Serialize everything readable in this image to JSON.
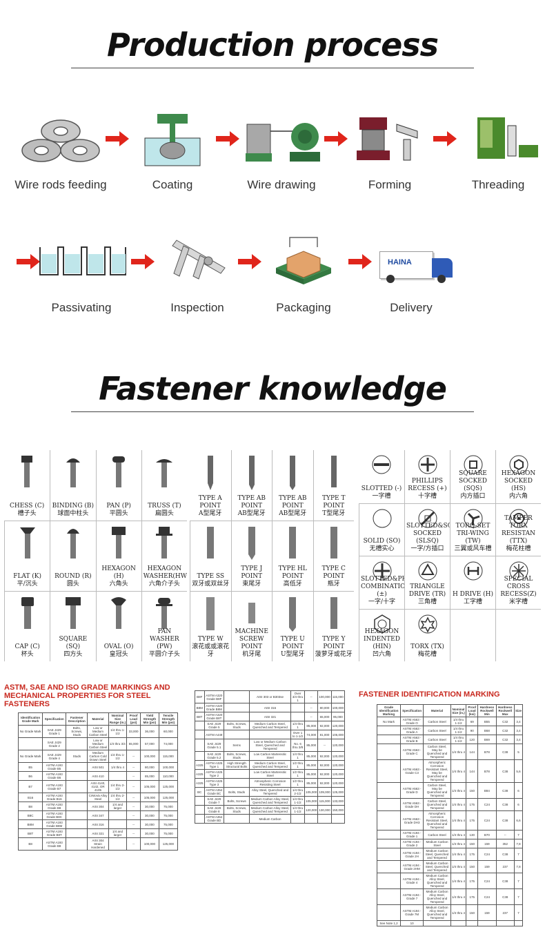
{
  "production": {
    "title": "Production process",
    "steps_row1": [
      {
        "label": "Wire rods feeding",
        "icon": "wire-coil-icon"
      },
      {
        "label": "Coating",
        "icon": "coating-tank-icon"
      },
      {
        "label": "Wire drawing",
        "icon": "wire-drawing-machine-icon"
      },
      {
        "label": "Forming",
        "icon": "forming-press-icon"
      },
      {
        "label": "Threading",
        "icon": "threading-machine-icon"
      }
    ],
    "steps_row2": [
      {
        "label": "Passivating",
        "icon": "passivating-bath-icon"
      },
      {
        "label": "Inspection",
        "icon": "caliper-icon"
      },
      {
        "label": "Packaging",
        "icon": "pallet-box-icon"
      },
      {
        "label": "Delivery",
        "icon": "truck-icon"
      }
    ],
    "truck_brand": "HAINA",
    "arrow_color": "#e0251b"
  },
  "knowledge": {
    "title": "Fastener knowledge",
    "heads": [
      {
        "en": "CHESS (C)",
        "zh": "槽子头"
      },
      {
        "en": "BINDING (B)",
        "zh": "球面中柱头"
      },
      {
        "en": "PAN (P)",
        "zh": "平圆头"
      },
      {
        "en": "TRUSS (T)",
        "zh": "扁圆头"
      },
      {
        "en": "FLAT (K)",
        "zh": "平/沉头"
      },
      {
        "en": "ROUND (R)",
        "zh": "圆头"
      },
      {
        "en": "HEXAGON (H)",
        "zh": "六角头"
      },
      {
        "en": "HEXAGON WASHER(HW)",
        "zh": "六角介子头"
      },
      {
        "en": "CAP (C)",
        "zh": "杯头"
      },
      {
        "en": "SQUARE (SQ)",
        "zh": "四方头"
      },
      {
        "en": "OVAL (O)",
        "zh": "皇冠头"
      },
      {
        "en": "PAN WASHER (PW)",
        "zh": "平圆介子头"
      }
    ],
    "points": [
      {
        "en": "TYPE A POINT",
        "zh": "A型尾牙"
      },
      {
        "en": "TYPE AB POINT",
        "zh": "AB型尾牙"
      },
      {
        "en": "TYPE AB POINT",
        "zh": "AB型尾牙"
      },
      {
        "en": "TYPE T POINT",
        "zh": "T型尾牙"
      },
      {
        "en": "TYPE SS",
        "zh": "双牙或双丝牙"
      },
      {
        "en": "TYPE J POINT",
        "zh": "束尾牙"
      },
      {
        "en": "TYPE HL POINT",
        "zh": "高低牙"
      },
      {
        "en": "TYPE C POINT",
        "zh": "瓶牙"
      },
      {
        "en": "TYPE W",
        "zh": "滚花或或滚花牙"
      },
      {
        "en": "MACHINE SCREW POINT",
        "zh": "机牙尾"
      },
      {
        "en": "TYPE U POINT",
        "zh": "U型尾牙"
      },
      {
        "en": "TYPE Y POINT",
        "zh": "菠萝牙或花牙"
      }
    ],
    "drives": [
      {
        "en": "SLOTTED (-)",
        "zh": "一字槽"
      },
      {
        "en": "PHILLIPS RECESS (+)",
        "zh": "十字槽"
      },
      {
        "en": "SQUARE SOCKED (SQS)",
        "zh": "内方插口"
      },
      {
        "en": "HEXAGON SOCKED (HS)",
        "zh": "内六角"
      },
      {
        "en": "SOLID (SO)",
        "zh": "无槽实心"
      },
      {
        "en": "SLOTTED&SQUARE SOCKED (SLSQ)",
        "zh": "一字/方插口"
      },
      {
        "en": "TORQ-SET TRI-WING (TW)",
        "zh": "三翼或风车槽"
      },
      {
        "en": "TAMPER TORX RESISTAN (TTX)",
        "zh": "梅花柱槽"
      },
      {
        "en": "SLOTTED&PHILLIP COMBINATION (±)",
        "zh": "一字/十字"
      },
      {
        "en": "TRIANGLE DRIVE (TR)",
        "zh": "三角槽"
      },
      {
        "en": "H DRIVE (H)",
        "zh": "工字槽"
      },
      {
        "en": "SPECIAL CROSS RECESS(Z)",
        "zh": "米字槽"
      },
      {
        "en": "HEXAGON INDENTED (HIN)",
        "zh": "凹六角"
      },
      {
        "en": "TORX (TX)",
        "zh": "梅花槽"
      }
    ],
    "astm_title": "ASTM, SAE AND ISO GRADE MARKINGS AND MECHANICAL PROPERTIES FOR STEEL FASTENERS",
    "ident_title": "FASTENER IDENTIFICATION MARKING",
    "astm_headers": [
      "Identification Grade Mark",
      "Specification",
      "Fastener Description",
      "Material",
      "Nominal Size Range (in.)",
      "Proof Load (psi)",
      "Yield Strength Min (psi)",
      "Tensile Strength Min (psi)"
    ],
    "astm_rows": [
      [
        "No Grade Mark",
        "SAE J429 Grade 1",
        "Bolts, Screws, Studs",
        "Low or Medium Carbon Steel",
        "1/4 thru 1-1/2",
        "33,000",
        "36,000",
        "60,000"
      ],
      [
        "",
        "SAE J429 Grade 2",
        "",
        "Low or Medium Carbon Steel",
        "1/4 thru 3/4",
        "55,000",
        "57,000",
        "74,000"
      ],
      [
        "No Grade Mark",
        "SAE J429 Grade 4",
        "Studs",
        "Medium Carbon Cold Drawn Steel",
        "1/4 thru 1-1/2",
        "--",
        "100,000",
        "115,000"
      ],
      [
        "B5",
        "ASTM A193 Grade B5",
        "",
        "AISI 501",
        "1/4 thru 4",
        "--",
        "80,000",
        "100,000"
      ],
      [
        "B6",
        "ASTM A193 Grade B6",
        "",
        "AISI 410",
        "",
        "--",
        "85,000",
        "110,000"
      ],
      [
        "B7",
        "ASTM A193 Grade B7",
        "",
        "AISI 4140, 4142, OR 4105",
        "1/4 thru 2-1/2",
        "--",
        "105,000",
        "125,000"
      ],
      [
        "B16",
        "ASTM A193 Grade B16",
        "",
        "CrMoVa Alloy Steel",
        "1/4 thru 2-1/2",
        "--",
        "105,000",
        "125,000"
      ],
      [
        "B8",
        "ASTM A193 Grade B8",
        "",
        "AISI 304",
        "1/4 and larger",
        "--",
        "30,000",
        "75,000"
      ],
      [
        "B8C",
        "ASTM A193 Grade B8C",
        "",
        "AISI 347",
        "",
        "--",
        "30,000",
        "75,000"
      ],
      [
        "B8M",
        "ASTM A193 Grade B8M",
        "",
        "AISI 316",
        "",
        "--",
        "30,000",
        "75,000"
      ],
      [
        "B8T",
        "ASTM A193 Grade B8T",
        "",
        "AISI 321",
        "1/4 and larger",
        "--",
        "30,000",
        "75,000"
      ],
      [
        "B8",
        "ASTM A193 Grade B8",
        "",
        "AISI 304 Strain Hardened",
        "",
        "--",
        "100,000",
        "125,000"
      ]
    ],
    "mid_rows": [
      [
        "B8F",
        "ASTM A320 Grade B8F",
        "",
        "AISI 303 or B303se",
        "Over 3/4 thru 1",
        "--",
        "100,000",
        "115,000"
      ],
      [
        "B8M",
        "ASTM A320 Grade B8M",
        "",
        "AISI 316",
        "",
        "--",
        "80,000",
        "100,000"
      ],
      [
        "B8T",
        "ASTM A320 Grade B8T",
        "",
        "AISI 321",
        "",
        "--",
        "65,000",
        "95,000"
      ],
      [
        "",
        "SAE J429 Grade 5",
        "Bolts, Screws, Studs",
        "Medium Carbon Steel, Quenched and Tempered",
        "1/4 thru 1",
        "85,000",
        "92,000",
        "120,000"
      ],
      [
        "",
        "ASTM A449",
        "",
        "",
        "Over 1 to 1-1/2",
        "74,000",
        "81,000",
        "105,000"
      ],
      [
        "",
        "SAE J429 Grade 5.1",
        "Sems",
        "Low or Medium Carbon Steel, Quenched and Tempered",
        "No. 6 thru 3/8",
        "85,000",
        "--",
        "120,000"
      ],
      [
        "",
        "SAE J429 Grade 5.2",
        "Bolts, Screws, Studs",
        "Low Carbon Martensitic Steel",
        "1/4 thru 1",
        "85,000",
        "92,000",
        "120,000"
      ],
      [
        "A325",
        "ASTM A325 Type 1",
        "High Strength Structural Bolts",
        "Medium Carbon Steel, Quenched and Tempered",
        "1/2 thru 1",
        "85,000",
        "92,000",
        "120,000"
      ],
      [
        "A325",
        "ASTM A325 Type 2",
        "",
        "Low Carbon Martensitic Steel",
        "1/2 thru 1",
        "85,000",
        "92,000",
        "120,000"
      ],
      [
        "A325",
        "ASTM A325 Type 3",
        "",
        "Atmospheric Corrosion Resisting Steel",
        "1/2 thru 1",
        "85,000",
        "92,000",
        "120,000"
      ],
      [
        "BC",
        "ASTM A354 Grade BC",
        "Bolts, Studs",
        "Alloy Steel, Quenched and Tempered",
        "1/4 thru 2-1/2",
        "105,000",
        "109,000",
        "125,000"
      ],
      [
        "",
        "SAE J429 Grade 7",
        "Bolts, Screws",
        "Medium Carbon Alloy Steel, Quenched and Tempered",
        "1/4 thru 1-1/2",
        "105,000",
        "115,000",
        "133,000"
      ],
      [
        "",
        "SAE J429 Grade 8",
        "Bolts, Screws, Studs",
        "Medium Carbon Alloy Steel, Quenched and Tempered",
        "1/4 thru 1-1/2",
        "120,000",
        "130,000",
        "150,000"
      ],
      [
        "",
        "ASTM A354 Grade BD",
        "",
        "Medium Carbon",
        "",
        "",
        "",
        ""
      ]
    ],
    "ident_headers": [
      "Grade Identification Marking",
      "Specification",
      "Material",
      "Nominal Size (in.)",
      "Proof Load (ksi)",
      "Hardness Rockwell Min",
      "Hardness Rockwell Max",
      "Size"
    ],
    "ident_rows": [
      [
        "No Mark",
        "ASTM A563 - Grade O",
        "Carbon Steel",
        "1/4 thru 1-1/2",
        "69",
        "B55",
        "C32",
        "3,4"
      ],
      [
        "",
        "ASTM A563 - Grade A",
        "Carbon Steel",
        "1/4 thru 1-1/2",
        "90",
        "B68",
        "C32",
        "3,4"
      ],
      [
        "",
        "ASTM A563 - Grade B",
        "Carbon Steel",
        "1/4 thru 1-1/2",
        "120",
        "B69",
        "C32",
        "3,4"
      ],
      [
        "",
        "ASTM A563 - Grade C",
        "Carbon Steel, May be Quenched and Tempered",
        "1/4 thru 4",
        "144",
        "B78",
        "C38",
        "5"
      ],
      [
        "",
        "ASTM A563 - Grade C3",
        "Atmospheric Corrosion Resistant Steel, May be Quenched and Tempered",
        "1/4 thru 4",
        "144",
        "B78",
        "C38",
        "5,6"
      ],
      [
        "",
        "ASTM A563 - Grade D",
        "Carbon Steel, May be Quenched and Tempered",
        "1/4 thru 4",
        "150",
        "B84",
        "C38",
        "6"
      ],
      [
        "",
        "ASTM A563 - Grade DH",
        "Carbon Steel, Quenched and Tempered",
        "1/4 thru 4",
        "175",
        "C24",
        "C38",
        "6"
      ],
      [
        "",
        "ASTM A563 - Grade DH3",
        "Atmospheric Corrosion Resistant Steel, Quenched and Tempered",
        "1/4 thru 4",
        "175",
        "C24",
        "C38",
        "6,6"
      ],
      [
        "",
        "ASTM A194 - Grade 1",
        "Carbon Steel",
        "1/4 thru 4",
        "130",
        "B70",
        "--",
        "7"
      ],
      [
        "",
        "ASTM A194 - Grade 2",
        "Medium Carbon Steel",
        "1/4 thru 4",
        "150",
        "159",
        "352",
        "7,8"
      ],
      [
        "",
        "ASTM A194 - Grade 2H",
        "Medium Carbon Steel, Quenched and Tempered",
        "1/4 thru 4",
        "175",
        "C24",
        "C38",
        "7"
      ],
      [
        "",
        "ASTM A194 - Grade 2HM",
        "Medium Carbon Steel, Quenched and Tempered",
        "1/4 thru 4",
        "150",
        "159",
        "237",
        "7,8"
      ],
      [
        "",
        "ASTM A194 - Grade 4",
        "Medium Carbon Alloy Steel, Quenched and Tempered",
        "1/4 thru 4",
        "175",
        "C24",
        "C38",
        "7"
      ],
      [
        "",
        "ASTM A194 - Grade 7",
        "Medium Carbon Alloy Steel, Quenched and Tempered",
        "1/4 thru 4",
        "175",
        "C24",
        "C38",
        "7"
      ],
      [
        "",
        "ASTM A194 - Grade 7M",
        "Medium Carbon Alloy Steel, Quenched and Tempered",
        "1/4 thru 4",
        "150",
        "159",
        "237",
        "7"
      ]
    ],
    "ident_footer": [
      "See Note 1,2",
      "10"
    ]
  }
}
